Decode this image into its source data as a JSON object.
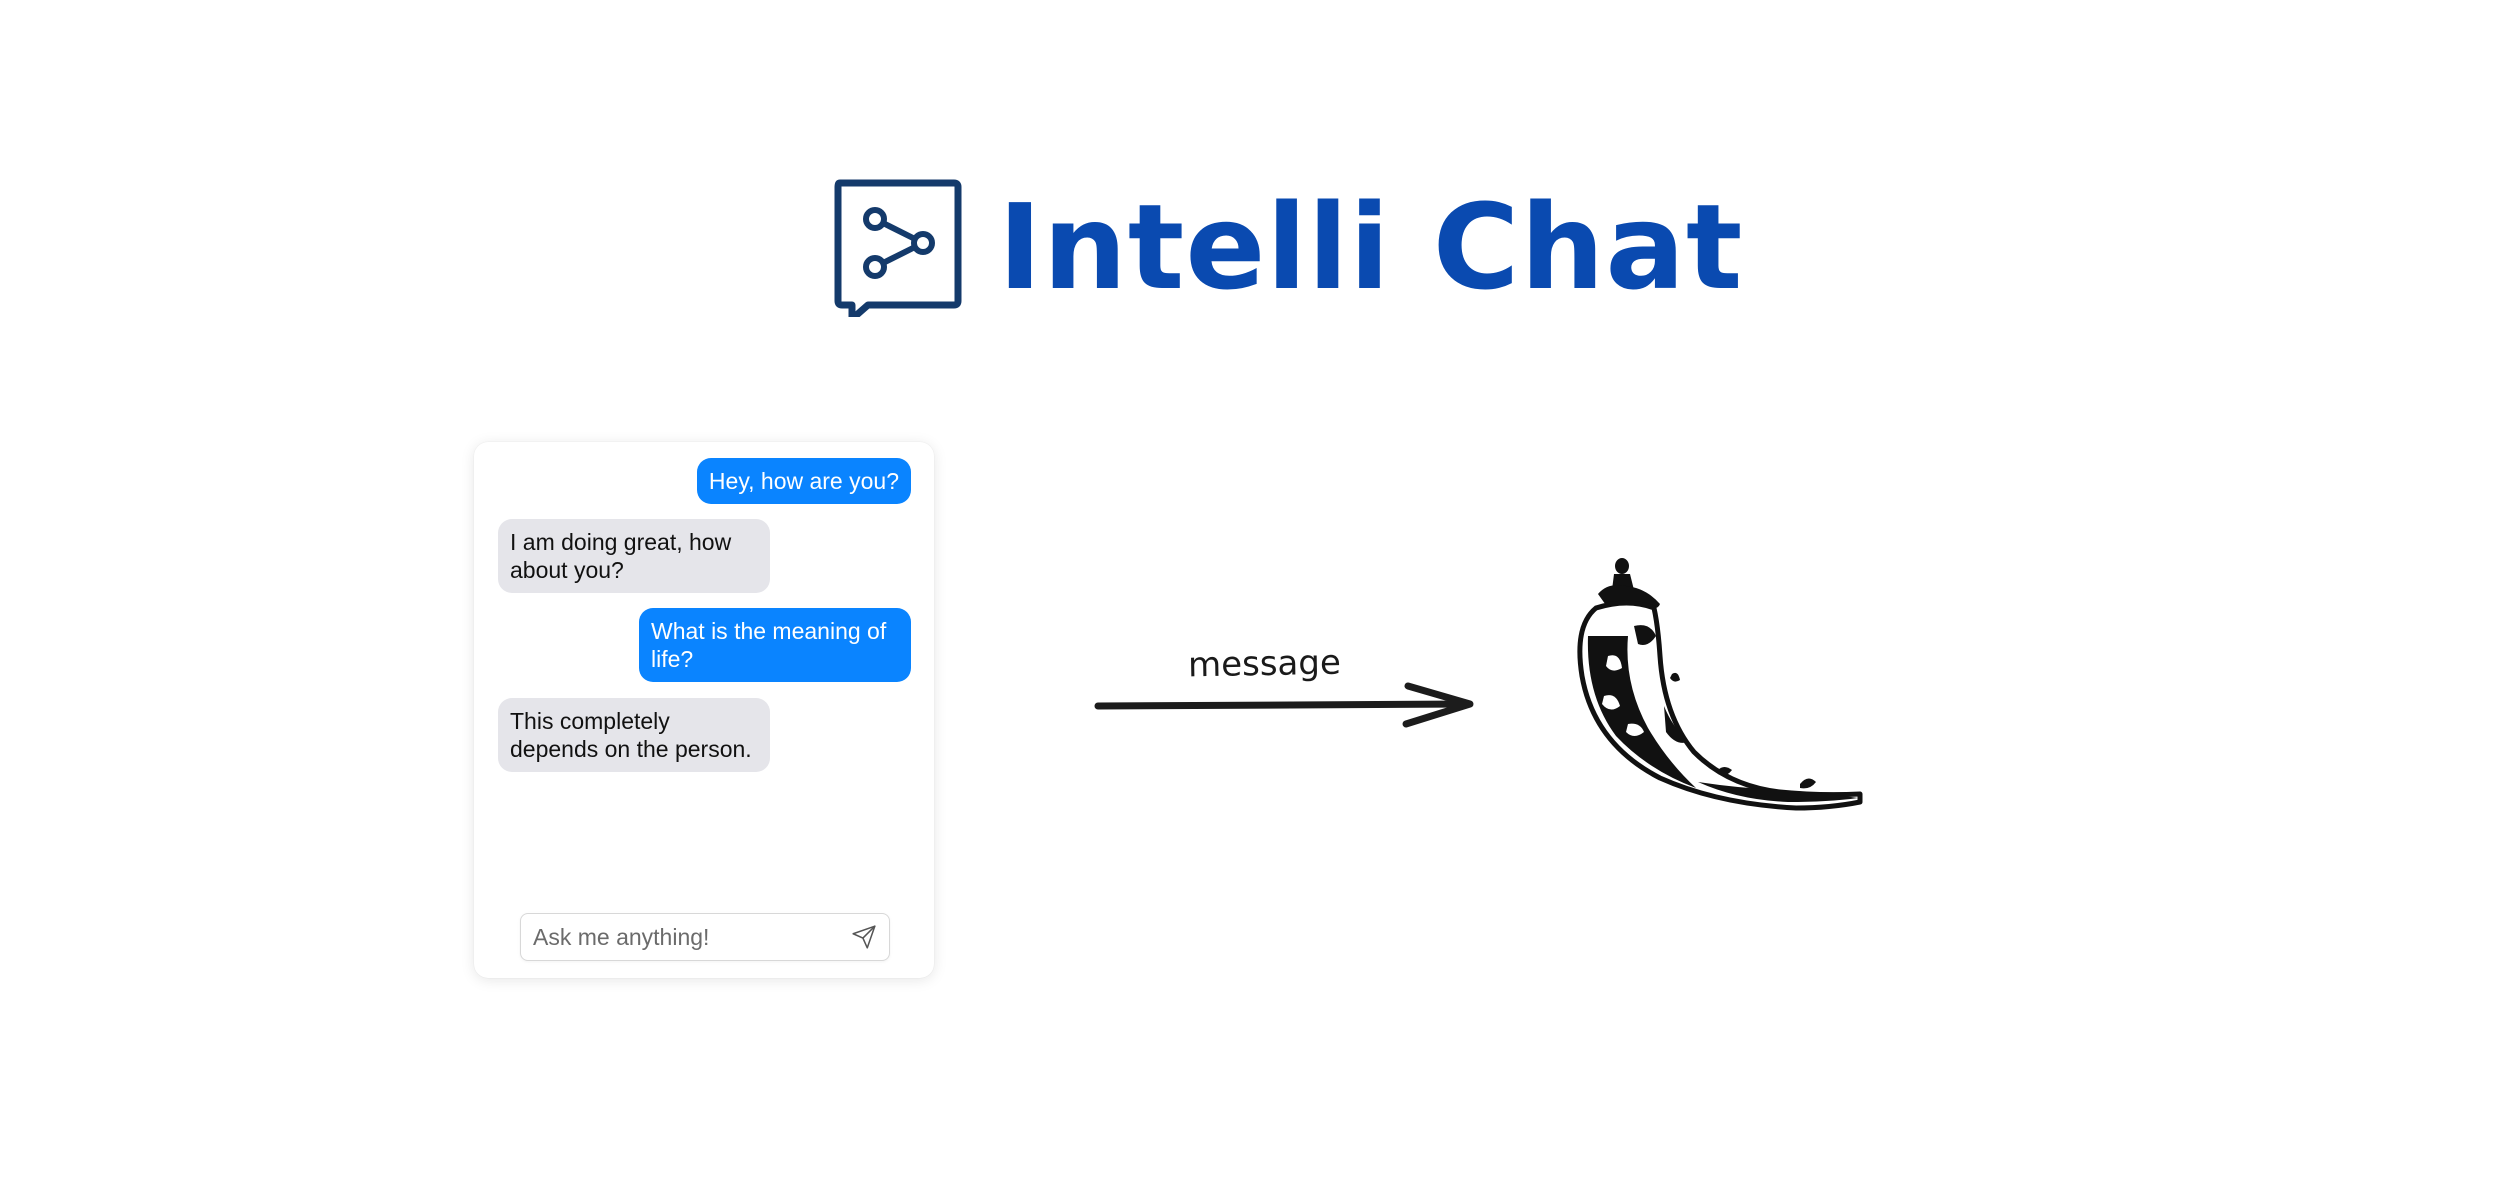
{
  "header": {
    "title": "Intelli Chat",
    "brand_color": "#0a4ab0",
    "logo_icon": "chat-share-icon"
  },
  "chat": {
    "messages": [
      {
        "role": "user",
        "text": "Hey, how are you?"
      },
      {
        "role": "bot",
        "text": "I am doing great, how about you?"
      },
      {
        "role": "user",
        "text": "What is the meaning of life?"
      },
      {
        "role": "bot",
        "text": "This completely depends on the person."
      }
    ],
    "user_bubble_color": "#0a84ff",
    "bot_bubble_color": "#e5e5ea",
    "input": {
      "value": "",
      "placeholder": "Ask me anything!",
      "send_icon": "send-icon"
    }
  },
  "diagram": {
    "arrow_label": "message",
    "target_icon": "flask-horn-icon"
  }
}
